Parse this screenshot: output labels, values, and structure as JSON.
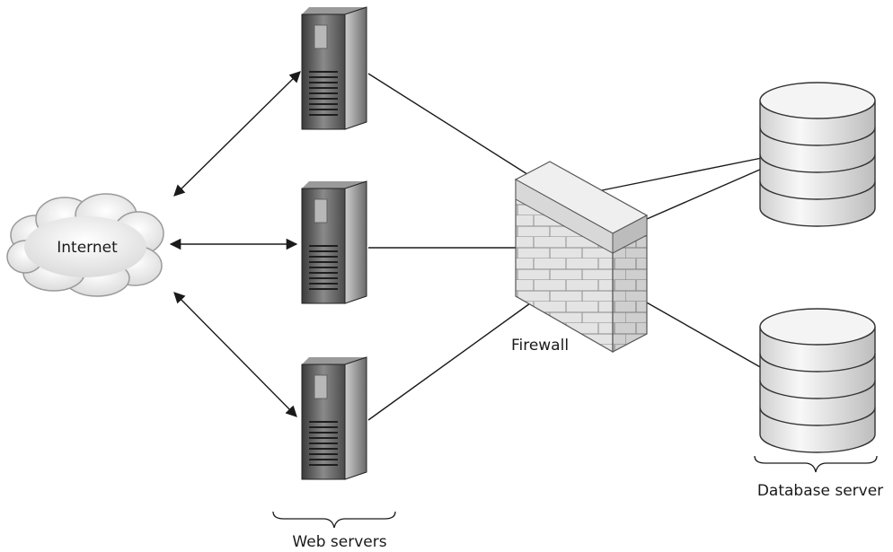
{
  "diagram": {
    "nodes": {
      "internet": {
        "label": "Internet",
        "icon": "cloud-icon"
      },
      "web_servers": {
        "label": "Web servers",
        "icon": "server-tower-icon",
        "count": 3
      },
      "firewall": {
        "label": "Firewall",
        "icon": "brick-wall-icon"
      },
      "database_server": {
        "label": "Database server",
        "icon": "database-cylinder-icon",
        "count": 2
      }
    },
    "edges": [
      {
        "from": "internet",
        "to": "web_server_1",
        "style": "double-arrow"
      },
      {
        "from": "internet",
        "to": "web_server_2",
        "style": "double-arrow"
      },
      {
        "from": "internet",
        "to": "web_server_3",
        "style": "double-arrow"
      },
      {
        "from": "web_server_1",
        "to": "firewall",
        "style": "line"
      },
      {
        "from": "web_server_2",
        "to": "firewall",
        "style": "line"
      },
      {
        "from": "web_server_3",
        "to": "firewall",
        "style": "line"
      },
      {
        "from": "firewall",
        "to": "database_1",
        "style": "line"
      },
      {
        "from": "firewall",
        "to": "database_2",
        "style": "line"
      }
    ],
    "colors": {
      "line": "#1a1a1a",
      "server_dark": "#2a2a2a",
      "wall": "#e2e2e2",
      "db_fill": "#ececec"
    }
  }
}
